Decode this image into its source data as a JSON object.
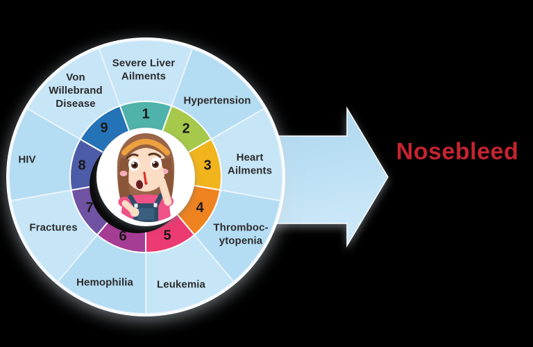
{
  "title": {
    "label": "Nosebleed",
    "color": "#C42430"
  },
  "arrow": {
    "name": "right-arrow",
    "fill_top": "#A9D4EE",
    "fill_bottom": "#CBE8F8"
  },
  "wheel": {
    "center_illustration": "girl-with-nosebleed",
    "label_color": "#2B2B2B",
    "number_color": "#1A1A1A",
    "wedge_tints": [
      "#C6E5F7",
      "#B4DCF2"
    ],
    "segments": [
      {
        "number": "1",
        "label": "Severe Liver\nAilments",
        "color": "#4FB3AB"
      },
      {
        "number": "2",
        "label": "Hypertension",
        "color": "#A6C94C"
      },
      {
        "number": "3",
        "label": "Heart\nAilments",
        "color": "#F2B41D"
      },
      {
        "number": "4",
        "label": "Thromboc-\nytopenia",
        "color": "#EF8320"
      },
      {
        "number": "5",
        "label": "Leukemia",
        "color": "#EC3A72"
      },
      {
        "number": "6",
        "label": "Hemophilia",
        "color": "#A63D95"
      },
      {
        "number": "7",
        "label": "Fractures",
        "color": "#6F52A1"
      },
      {
        "number": "8",
        "label": "HIV",
        "color": "#4C5CA9"
      },
      {
        "number": "9",
        "label": "Von\nWillebrand\nDisease",
        "color": "#2573B7"
      }
    ]
  }
}
